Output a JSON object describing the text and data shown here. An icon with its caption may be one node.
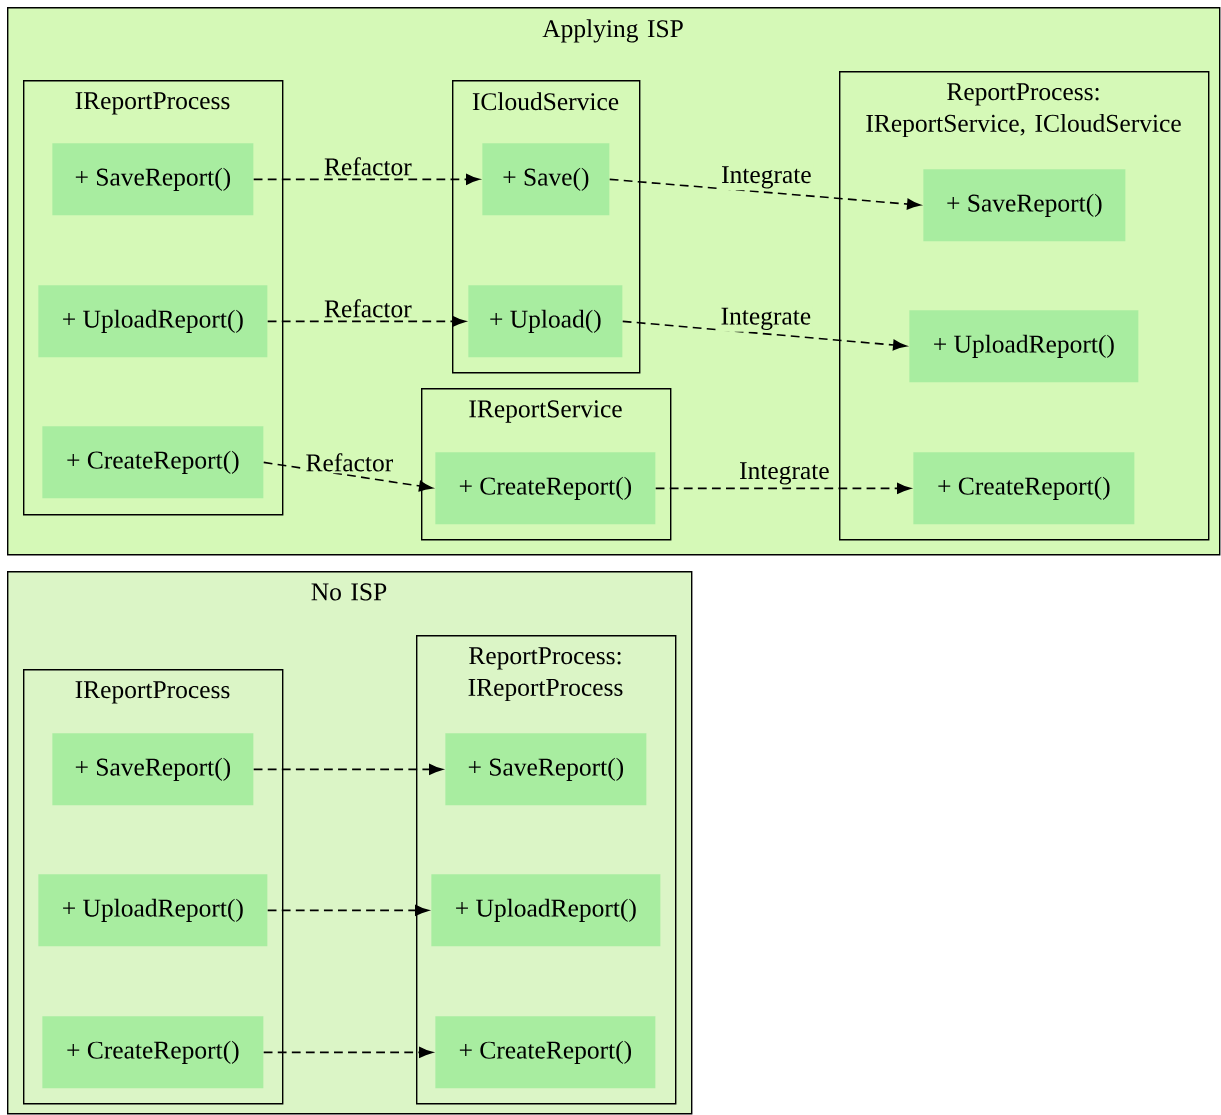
{
  "diagram": {
    "nodes": [
      {
        "text": [
          "Applying ISP"
        ]
      },
      {
        "text": [
          "IReportProcess"
        ],
        "in": 0
      },
      {
        "text": [
          "+ SaveReport()"
        ],
        "in": 1
      },
      {
        "text": [
          "+ UploadReport()"
        ],
        "in": 1
      },
      {
        "text": [
          "+ CreateReport()"
        ],
        "in": 1
      },
      {
        "text": [
          "ICloudService"
        ],
        "in": 0
      },
      {
        "text": [
          "+ Save()"
        ],
        "in": 5
      },
      {
        "text": [
          "+ Upload()"
        ],
        "in": 5
      },
      {
        "text": [
          "IReportService"
        ],
        "in": 0
      },
      {
        "text": [
          "+ CreateReport()"
        ],
        "in": 8
      },
      {
        "text": [
          "ReportProcess: IReportService, ICloudService"
        ],
        "in": 0
      },
      {
        "text": [
          "+ SaveReport()"
        ],
        "in": 10
      },
      {
        "text": [
          "+ UploadReport()"
        ],
        "in": 10
      },
      {
        "text": [
          "+ CreateReport()"
        ],
        "in": 10
      },
      {
        "text": [
          "No ISP"
        ]
      },
      {
        "text": [
          "IReportProcess"
        ],
        "in": 14
      },
      {
        "text": [
          "+ SaveReport()"
        ],
        "in": 15
      },
      {
        "text": [
          "+ UploadReport()"
        ],
        "in": 15
      },
      {
        "text": [
          "+ CreateReport()"
        ],
        "in": 15
      },
      {
        "text": [
          "ReportProcess: IReportProcess"
        ],
        "in": 14
      },
      {
        "text": [
          "+ SaveReport()"
        ],
        "in": 19
      },
      {
        "text": [
          "+ UploadReport()"
        ],
        "in": 19
      },
      {
        "text": [
          "+ CreateReport()"
        ],
        "in": 19
      }
    ],
    "edges": [
      {
        "from": 2,
        "to": 6,
        "arrow": "to",
        "label": "Refactor",
        "style": "dashed"
      },
      {
        "from": 3,
        "to": 7,
        "arrow": "to",
        "label": "Refactor",
        "style": "dashed"
      },
      {
        "from": 4,
        "to": 9,
        "arrow": "to",
        "label": "Refactor",
        "style": "dashed"
      },
      {
        "from": 6,
        "to": 11,
        "arrow": "to",
        "label": "Integrate",
        "style": "dashed"
      },
      {
        "from": 7,
        "to": 12,
        "arrow": "to",
        "label": "Integrate",
        "style": "dashed"
      },
      {
        "from": 9,
        "to": 13,
        "arrow": "to",
        "label": "Integrate",
        "style": "dashed"
      },
      {
        "from": 16,
        "to": 20,
        "arrow": "to",
        "style": "dashed"
      },
      {
        "from": 17,
        "to": 21,
        "arrow": "to",
        "style": "dashed"
      },
      {
        "from": 18,
        "to": 22,
        "arrow": "to",
        "style": "dashed"
      }
    ]
  }
}
